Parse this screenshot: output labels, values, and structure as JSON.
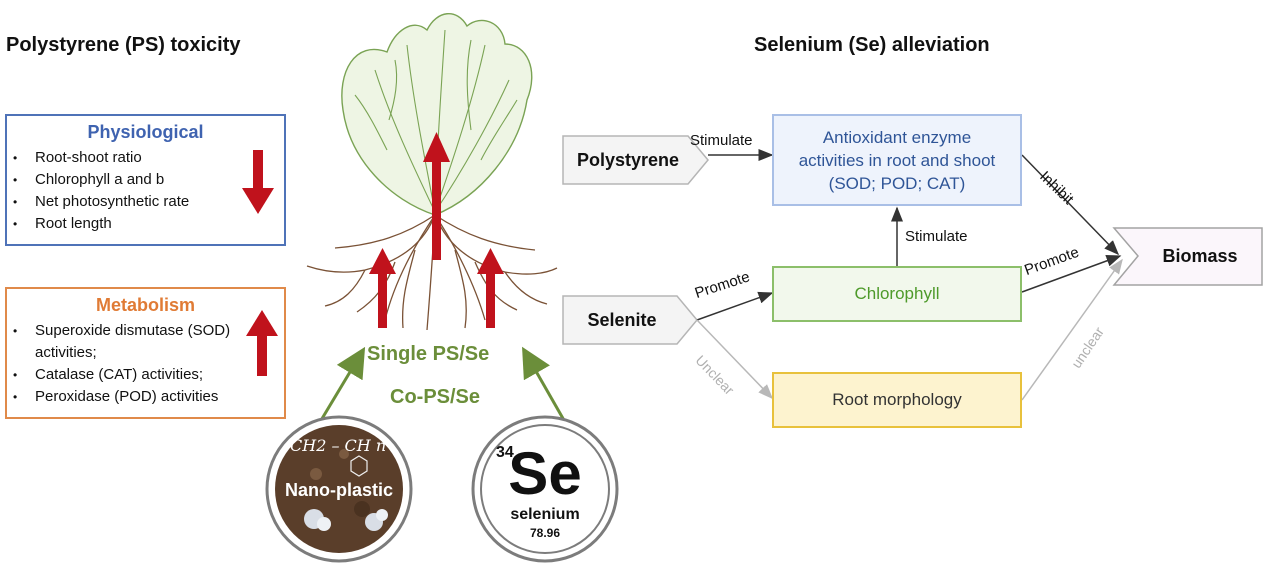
{
  "titles": {
    "left": "Polystyrene (PS) toxicity",
    "right": "Selenium (Se) alleviation"
  },
  "physiological": {
    "title": "Physiological",
    "items": [
      "Root-shoot ratio",
      "Chlorophyll a and b",
      "Net photosynthetic rate",
      "Root length"
    ]
  },
  "metabolism": {
    "title": "Metabolism",
    "items": [
      "Superoxide dismutase (SOD) activities;",
      "Catalase (CAT) activities;",
      "Peroxidase (POD) activities"
    ]
  },
  "center": {
    "single": "Single PS/Se",
    "co": "Co-PS/Se"
  },
  "nanoplastic": {
    "label": "Nano-plastic",
    "formula": "CH2 – CH n"
  },
  "selenium": {
    "number": "34",
    "symbol": "Se",
    "name": "selenium",
    "mass": "78.96"
  },
  "flow": {
    "polystyrene": "Polystyrene",
    "selenite": "Selenite",
    "antioxidant": "Antioxidant enzyme activities in root and shoot (SOD; POD; CAT)",
    "chlorophyll": "Chlorophyll",
    "root_morphology": "Root morphology",
    "biomass": "Biomass",
    "stimulate_1": "Stimulate",
    "stimulate_2": "Stimulate",
    "promote_1": "Promote",
    "promote_2": "Promote",
    "inhibit": "Inhibit",
    "unclear_1": "Unclear",
    "unclear_2": "unclear"
  },
  "colors": {
    "blue_border": "#4f73b8",
    "blue_title": "#3f63b0",
    "orange_border": "#e08a4a",
    "orange_title": "#e07b35",
    "red_arrow": "#c0121c",
    "green": "#6b8e3a",
    "antioxidant_border": "#a9bfe6",
    "antioxidant_fill": "#eef3fc",
    "chlorophyll_border": "#8cbf6a",
    "chlorophyll_fill": "#f2f8ec",
    "root_border": "#e8c13c",
    "root_fill": "#fdf3cf"
  }
}
